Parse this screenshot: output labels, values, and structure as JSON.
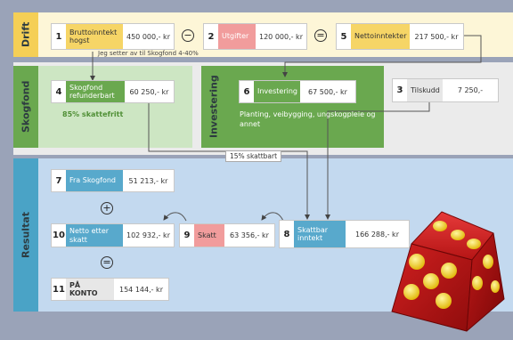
{
  "rows": {
    "drift": "Drift",
    "skogfond": "Skogfond",
    "investering": "Investering",
    "resultat": "Resultat"
  },
  "boxes": {
    "b1": {
      "num": "1",
      "label": "Bruttoinntekt hogst",
      "value": "450 000,- kr"
    },
    "b2": {
      "num": "2",
      "label": "Utgifter",
      "value": "120 000,- kr"
    },
    "b5": {
      "num": "5",
      "label": "Nettoinntekter",
      "value": "217 500,- kr"
    },
    "b4": {
      "num": "4",
      "label": "Skogfond refunderbart",
      "value": "60 250,- kr"
    },
    "b6": {
      "num": "6",
      "label": "Investering",
      "value": "67 500,- kr"
    },
    "b3": {
      "num": "3",
      "label": "Tilskudd",
      "value": "7 250,-"
    },
    "b7": {
      "num": "7",
      "label": "Fra Skogfond",
      "value": "51 213,- kr"
    },
    "b10": {
      "num": "10",
      "label": "Netto etter skatt",
      "value": "102 932,- kr"
    },
    "b9": {
      "num": "9",
      "label": "Skatt",
      "value": "63 356,- kr"
    },
    "b8": {
      "num": "8",
      "label": "Skattbar inntekt",
      "value": "166 288,- kr"
    },
    "b11": {
      "num": "11",
      "label": "PÅ KONTO",
      "value": "154 144,- kr"
    }
  },
  "notes": {
    "skogfond_note": "Jeg setter av til Skogfond 4-40%",
    "skattefritt": "85% skattefritt",
    "investering_desc": "Planting, veibygging, ungskogpleie og annet",
    "skattbart": "15% skattbart"
  },
  "operators": {
    "minus1": "−",
    "equals1": "=",
    "plus": "+",
    "equals2": "="
  },
  "colors": {
    "drift_band": "#fdf6d7",
    "drift_label": "#f5cf56",
    "box_yellow": "#f6d566",
    "box_red": "#f19c9c",
    "box_blue": "#58a9cc",
    "skogfond_band": "#cde6c3",
    "skogfond_label": "#6aa84f",
    "box_green": "#6aa84f",
    "investering_band": "#6aa84f",
    "resultat_band": "#c3d9ef",
    "resultat_label": "#4aa3c6",
    "box_grey": "#e7e7e7"
  },
  "icons": [
    "dice-icon"
  ]
}
